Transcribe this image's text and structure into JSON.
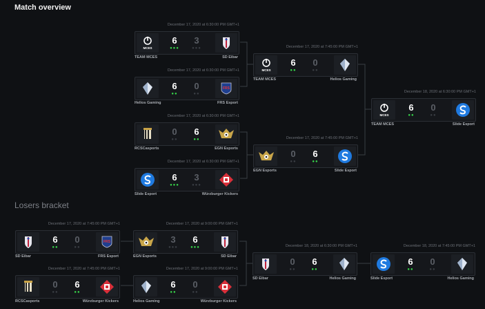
{
  "title": "Match overview",
  "losers_title": "Losers bracket",
  "matches": [
    {
      "date": "December 17, 2020 at 6:30:00 PM GMT+1",
      "team1": "TEAM MCES",
      "logo1": "mces-logo",
      "score1": "6",
      "dots1": "●●●",
      "win1": true,
      "team2": "SD Eibar",
      "logo2": "eibar-logo",
      "score2": "3",
      "dots2": "●●●",
      "win2": false
    },
    {
      "date": "December 17, 2020 at 6:30:00 PM GMT+1",
      "team1": "Helios Gaming",
      "logo1": "helios-logo",
      "score1": "6",
      "dots1": "●●",
      "win1": true,
      "team2": "FRS Esport",
      "logo2": "frs-logo",
      "score2": "0",
      "dots2": "●●",
      "win2": false
    },
    {
      "date": "December 17, 2020 at 6:30:00 PM GMT+1",
      "team1": "RCSCasports",
      "logo1": "rcsc-logo",
      "score1": "0",
      "dots1": "●●",
      "win1": false,
      "team2": "EGN Esports",
      "logo2": "egn-logo",
      "score2": "6",
      "dots2": "●●",
      "win2": true
    },
    {
      "date": "December 17, 2020 at 6:30:00 PM GMT+1",
      "team1": "Slide Esport",
      "logo1": "slide-logo",
      "score1": "6",
      "dots1": "●●●",
      "win1": true,
      "team2": "Würzburger Kickers",
      "logo2": "wurzburger-logo",
      "score2": "3",
      "dots2": "●●●",
      "win2": false
    },
    {
      "date": "December 17, 2020 at 7:45:00 PM GMT+1",
      "team1": "TEAM MCES",
      "logo1": "mces-logo",
      "score1": "6",
      "dots1": "●●",
      "win1": true,
      "team2": "Helios Gaming",
      "logo2": "helios-logo",
      "score2": "0",
      "dots2": "●●",
      "win2": false
    },
    {
      "date": "December 17, 2020 at 7:45:00 PM GMT+1",
      "team1": "EGN Esports",
      "logo1": "egn-logo",
      "score1": "0",
      "dots1": "●●",
      "win1": false,
      "team2": "Slide Esport",
      "logo2": "slide-logo",
      "score2": "6",
      "dots2": "●●",
      "win2": true
    },
    {
      "date": "December 18, 2020 at 6:30:00 PM GMT+1",
      "team1": "TEAM MCES",
      "logo1": "mces-logo",
      "score1": "6",
      "dots1": "●●",
      "win1": true,
      "team2": "Slide Esport",
      "logo2": "slide-logo",
      "score2": "0",
      "dots2": "●●",
      "win2": false
    },
    {
      "date": "December 17, 2020 at 7:45:00 PM GMT+1",
      "team1": "SD Eibar",
      "logo1": "eibar-logo",
      "score1": "6",
      "dots1": "●●",
      "win1": true,
      "team2": "FRS Esport",
      "logo2": "frs-logo",
      "score2": "0",
      "dots2": "●●",
      "win2": false
    },
    {
      "date": "December 17, 2020 at 7:45:00 PM GMT+1",
      "team1": "RCSCasports",
      "logo1": "rcsc-logo",
      "score1": "0",
      "dots1": "●●",
      "win1": false,
      "team2": "Würzburger Kickers",
      "logo2": "wurzburger-logo",
      "score2": "6",
      "dots2": "●●",
      "win2": true
    },
    {
      "date": "December 17, 2020 at 9:00:00 PM GMT+1",
      "team1": "EGN Esports",
      "logo1": "egn-logo",
      "score1": "3",
      "dots1": "●●●",
      "win1": false,
      "team2": "SD Eibar",
      "logo2": "eibar-logo",
      "score2": "6",
      "dots2": "●●●",
      "win2": true
    },
    {
      "date": "December 17, 2020 at 9:00:00 PM GMT+1",
      "team1": "Helios Gaming",
      "logo1": "helios-logo",
      "score1": "6",
      "dots1": "●●",
      "win1": true,
      "team2": "Würzburger Kickers",
      "logo2": "wurzburger-logo",
      "score2": "0",
      "dots2": "●●",
      "win2": false
    },
    {
      "date": "December 18, 2020 at 6:30:00 PM GMT+1",
      "team1": "SD Eibar",
      "logo1": "eibar-logo",
      "score1": "0",
      "dots1": "●●",
      "win1": false,
      "team2": "Helios Gaming",
      "logo2": "helios-logo",
      "score2": "6",
      "dots2": "●●",
      "win2": true
    },
    {
      "date": "December 18, 2020 at 7:45:00 PM GMT+1",
      "team1": "Slide Esport",
      "logo1": "slide-logo",
      "score1": "6",
      "dots1": "●●",
      "win1": true,
      "team2": "Helios Gaming",
      "logo2": "helios-logo",
      "score2": "0",
      "dots2": "●●",
      "win2": false
    }
  ],
  "colors": {
    "background": "#0f1114",
    "card": "#15171b",
    "border": "#2b2f35",
    "win_dot": "#37d64a",
    "loss_dot": "#3a3e44",
    "connector": "#3a3e44"
  }
}
